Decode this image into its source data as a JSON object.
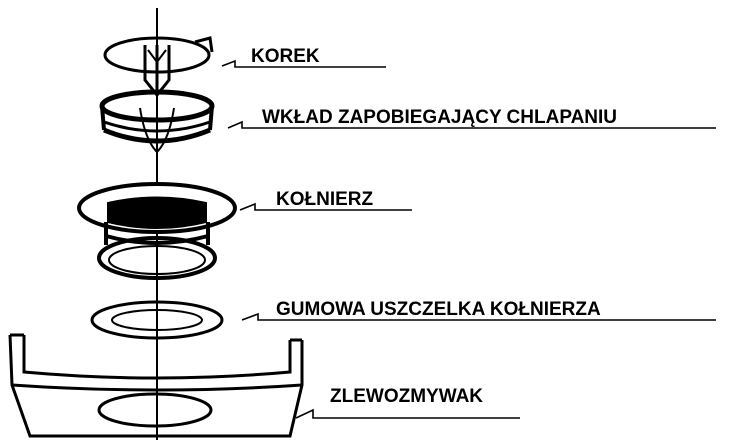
{
  "labels": {
    "stopper": "KOREK",
    "splash_guard": "WKŁAD ZAPOBIEGAJĄCY CHLAPANIU",
    "flange": "KOŁNIERZ",
    "flange_gasket": "GUMOWA USZCZELKA KOŁNIERZA",
    "sink": "ZLEWOZMYWAK"
  },
  "colors": {
    "line": "#000000",
    "background": "#ffffff"
  }
}
